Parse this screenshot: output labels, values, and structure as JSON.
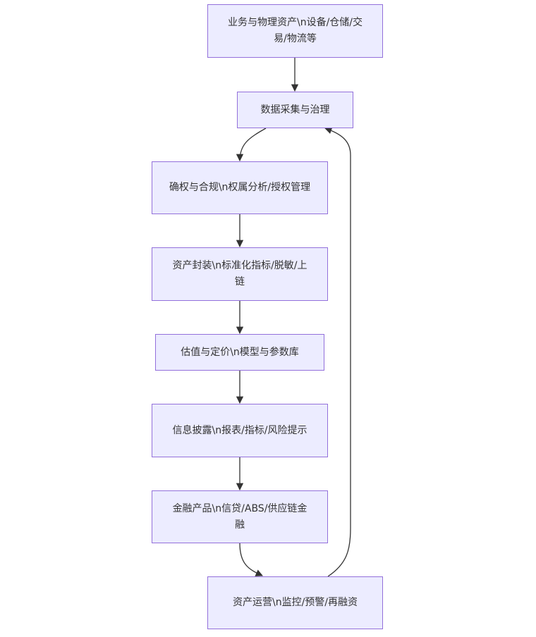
{
  "flowchart": {
    "nodes": [
      {
        "id": "n1",
        "label": "业务与物理资产\\n设备/仓储/交易/物流等"
      },
      {
        "id": "n2",
        "label": "数据采集与治理"
      },
      {
        "id": "n3",
        "label": "确权与合规\\n权属分析/授权管理"
      },
      {
        "id": "n4",
        "label": "资产封装\\n标准化指标/脱敏/上链"
      },
      {
        "id": "n5",
        "label": "估值与定价\\n模型与参数库"
      },
      {
        "id": "n6",
        "label": "信息披露\\n报表/指标/风险提示"
      },
      {
        "id": "n7",
        "label": "金融产品\\n信贷/ABS/供应链金融"
      },
      {
        "id": "n8",
        "label": "资产运营\\n监控/预警/再融资"
      }
    ],
    "edges": [
      {
        "from": "n1",
        "to": "n2"
      },
      {
        "from": "n2",
        "to": "n3"
      },
      {
        "from": "n3",
        "to": "n4"
      },
      {
        "from": "n4",
        "to": "n5"
      },
      {
        "from": "n5",
        "to": "n6"
      },
      {
        "from": "n6",
        "to": "n7"
      },
      {
        "from": "n7",
        "to": "n8"
      },
      {
        "from": "n8",
        "to": "n2"
      }
    ],
    "colors": {
      "node_fill": "#ECECFF",
      "node_border": "#9370DB",
      "edge": "#333333",
      "text": "#333333"
    }
  }
}
